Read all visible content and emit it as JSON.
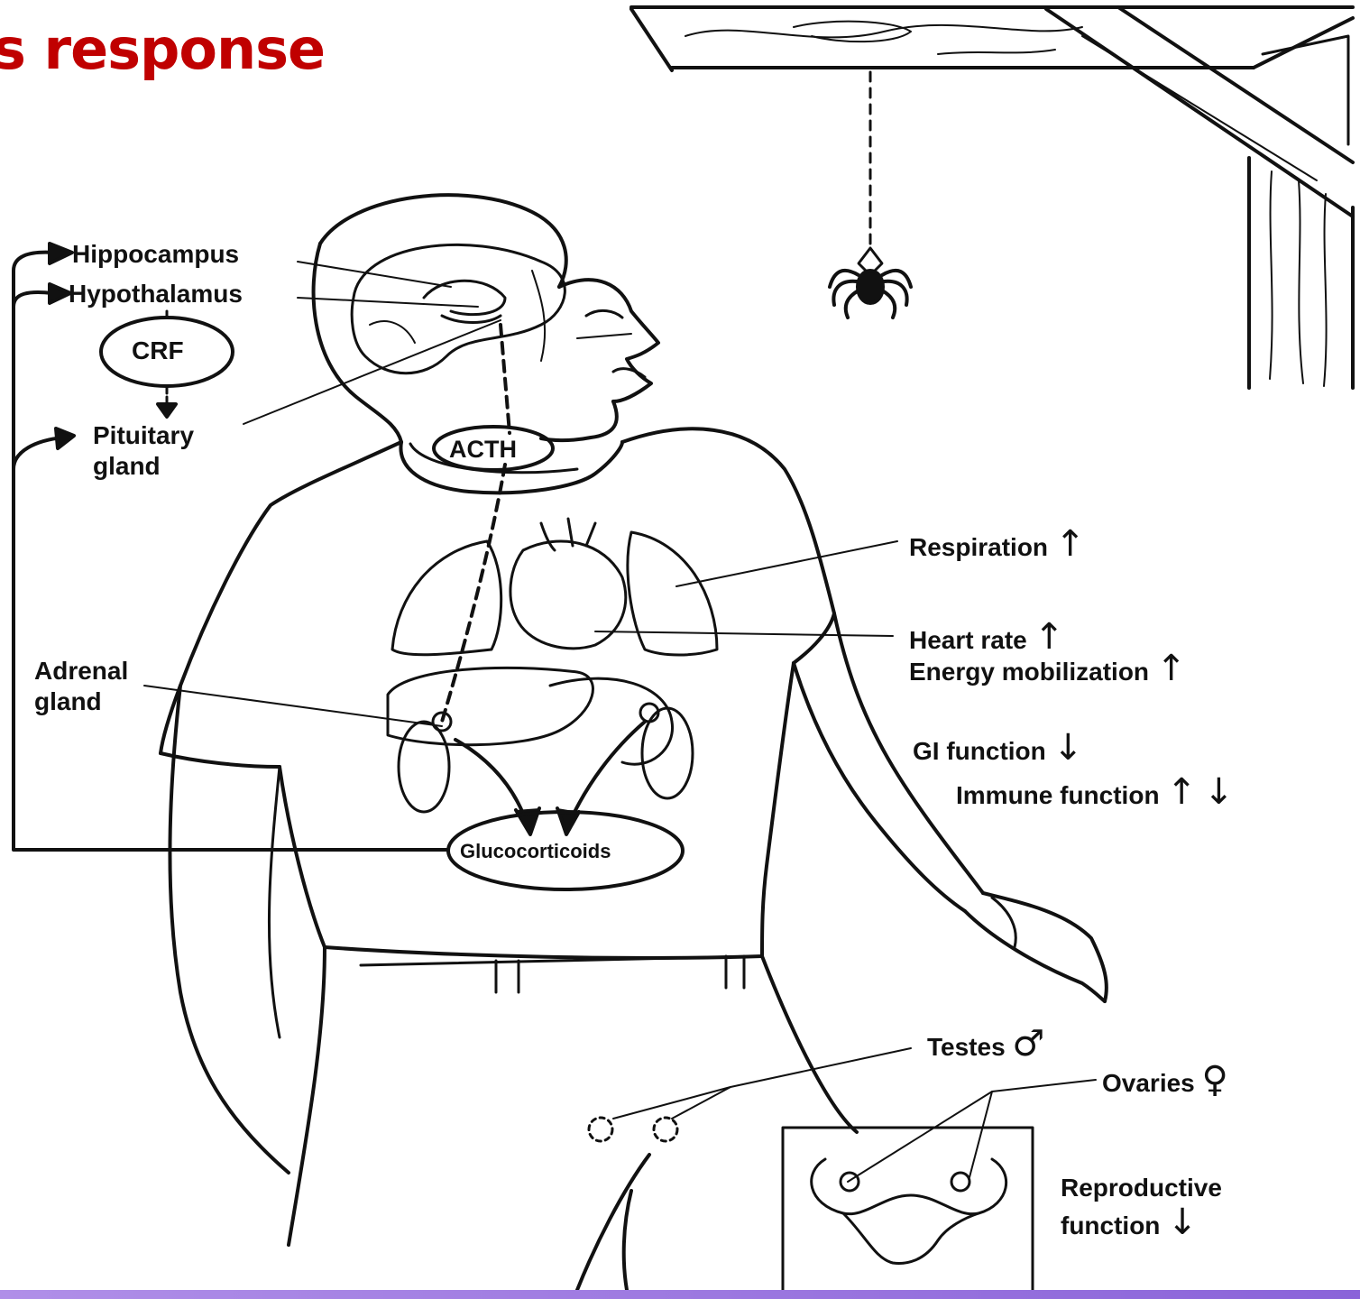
{
  "title": "s response",
  "colors": {
    "title": "#c00000",
    "ink": "#111111",
    "bottom_bar": "#9b79e0"
  },
  "labels": {
    "hippocampus": "Hippocampus",
    "hypothalamus": "Hypothalamus",
    "crf": "CRF",
    "pituitary_line1": "Pituitary",
    "pituitary_line2": "gland",
    "acth": "ACTH",
    "adrenal_line1": "Adrenal",
    "adrenal_line2": "gland",
    "glucocorticoids": "Glucocorticoids",
    "respiration": "Respiration",
    "heart_rate": "Heart rate",
    "energy_mobilization": "Energy mobilization",
    "gi_function": "GI function",
    "immune_function": "Immune function",
    "testes": "Testes",
    "ovaries": "Ovaries",
    "reproductive_line1": "Reproductive",
    "reproductive_line2": "function"
  },
  "arrows": {
    "up": "↑",
    "down": "↓",
    "male": "♂",
    "female": "♀"
  }
}
